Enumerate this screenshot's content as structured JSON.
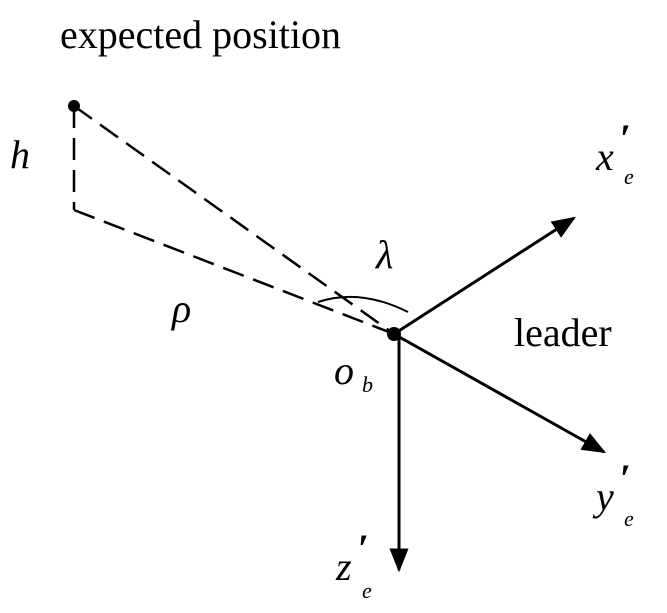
{
  "title": "expected position",
  "labels": {
    "h": "h",
    "rho": "ρ",
    "lambda": "λ",
    "leader": "leader",
    "origin": "o",
    "origin_sub": "b",
    "x_axis": "x",
    "y_axis": "y",
    "z_axis": "z",
    "axis_prime": "′",
    "axis_sub": "e"
  }
}
